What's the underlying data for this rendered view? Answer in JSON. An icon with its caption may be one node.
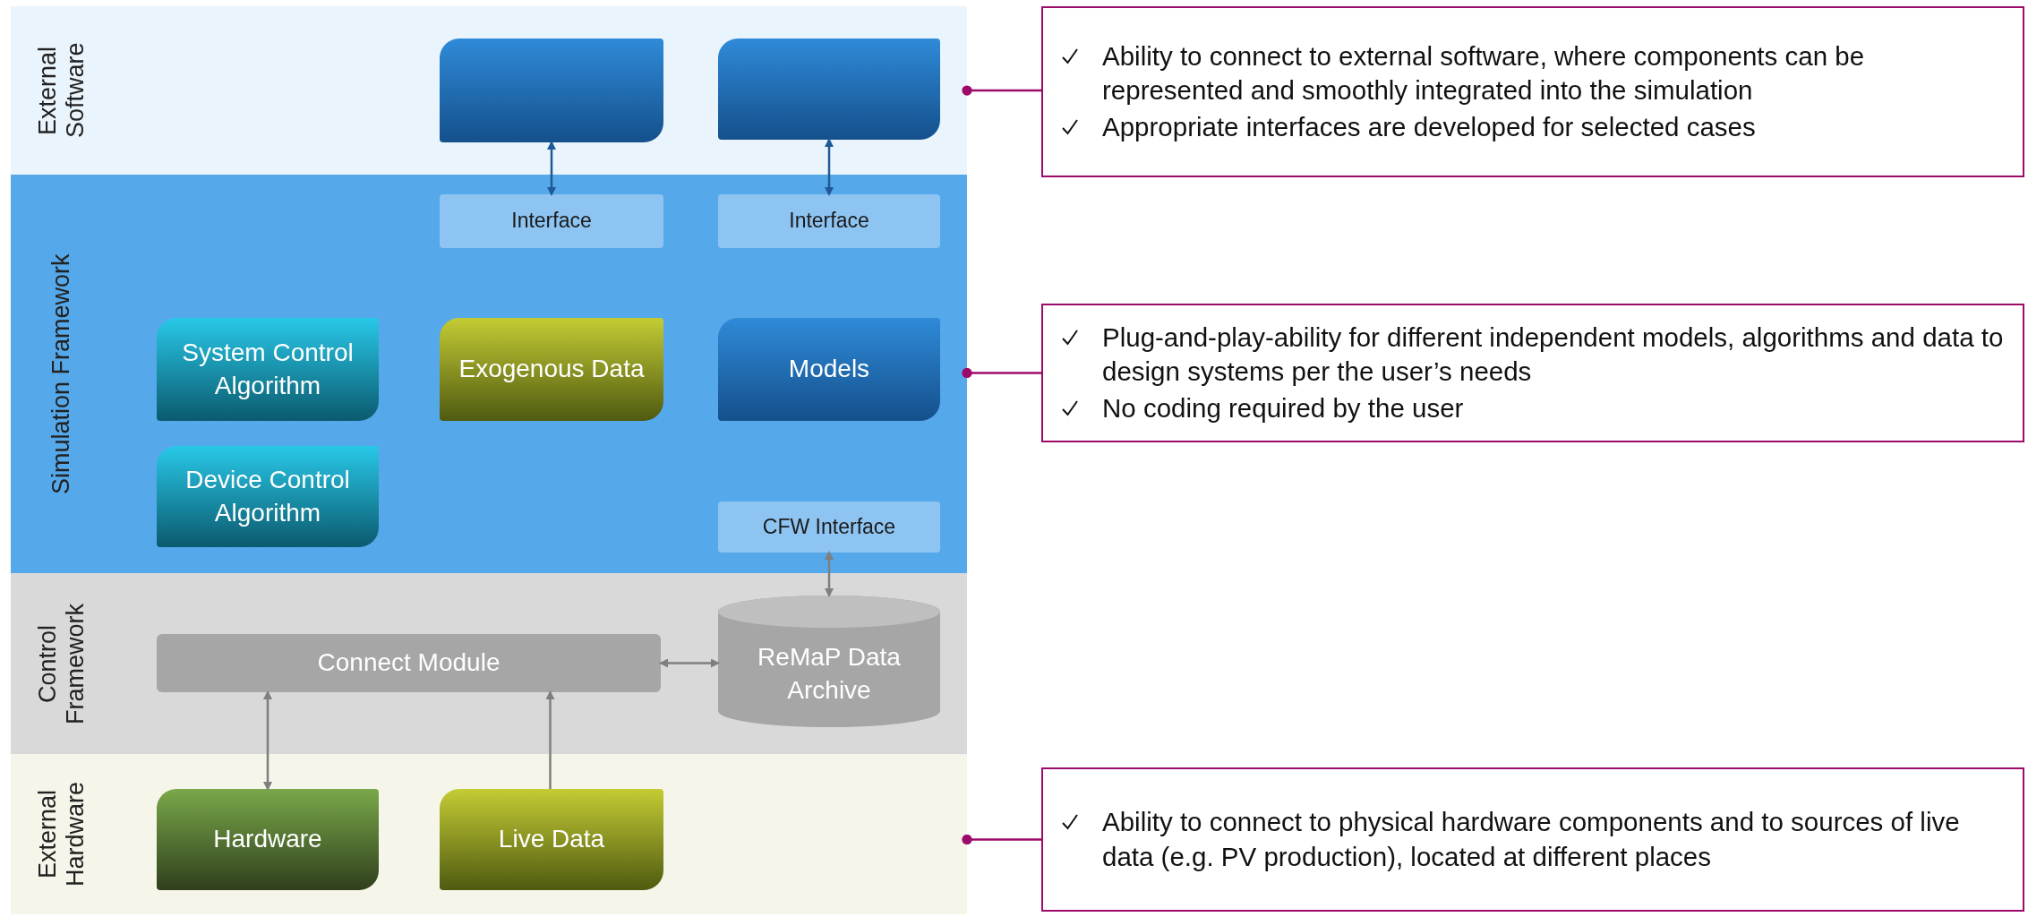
{
  "diagram": {
    "nodes": [
      {
        "text": [
          "External Software"
        ]
      },
      {
        "text": [],
        "shape": "box",
        "in": 0
      },
      {
        "text": [],
        "shape": "box",
        "in": 0
      },
      {
        "text": [
          "Simulation Framework"
        ]
      },
      {
        "text": [
          "Interface"
        ],
        "in": 3
      },
      {
        "text": [
          "Interface"
        ],
        "in": 3
      },
      {
        "text": [
          "System Control Algorithm"
        ],
        "in": 3
      },
      {
        "text": [
          "Exogenous Data"
        ],
        "in": 3
      },
      {
        "text": [
          "Models"
        ],
        "in": 3
      },
      {
        "text": [
          "Device Control Algorithm"
        ],
        "in": 3
      },
      {
        "text": [
          "CFW Interface"
        ],
        "in": 3
      },
      {
        "text": [
          "Control Framework"
        ]
      },
      {
        "text": [
          "Connect Module"
        ],
        "in": 11
      },
      {
        "text": [
          "ReMaP Data Archive"
        ],
        "in": 11
      },
      {
        "text": [
          "External Hardware"
        ]
      },
      {
        "text": [
          "Hardware"
        ],
        "in": 14
      },
      {
        "text": [
          "Live Data"
        ],
        "in": 14
      },
      {
        "text": [
          "Ability to connect to external software, where components can be represented and smoothly integrated into the simulation",
          "Appropriate interfaces are developed for selected cases"
        ]
      },
      {
        "text": [
          "Plug-and-play-ability for different independent models, algorithms and data to design systems per the user’s needs",
          "No coding required by the user"
        ]
      },
      {
        "text": [
          "Ability to connect to physical hardware components and to sources of live data (e.g. PV production), located at different places"
        ]
      }
    ],
    "edges": [
      {
        "from": 1,
        "to": 4,
        "arrow": "both",
        "color": "#1f5a96"
      },
      {
        "from": 2,
        "to": 5,
        "arrow": "both",
        "color": "#1f5a96"
      },
      {
        "from": 10,
        "to": 13,
        "arrow": "both",
        "color": "#7f7f7f"
      },
      {
        "from": 12,
        "to": 13,
        "arrow": "both",
        "color": "#7f7f7f"
      },
      {
        "from": 15,
        "to": 12,
        "arrow": "both",
        "color": "#7f7f7f"
      },
      {
        "from": 16,
        "to": 12,
        "arrow": "to",
        "color": "#7f7f7f"
      },
      {
        "from": 0,
        "to": 17,
        "arrow": "other",
        "color": "#9c0a6a"
      },
      {
        "from": 3,
        "to": 18,
        "arrow": "other",
        "color": "#9c0a6a"
      },
      {
        "from": 14,
        "to": 19,
        "arrow": "other",
        "color": "#9c0a6a"
      }
    ]
  }
}
